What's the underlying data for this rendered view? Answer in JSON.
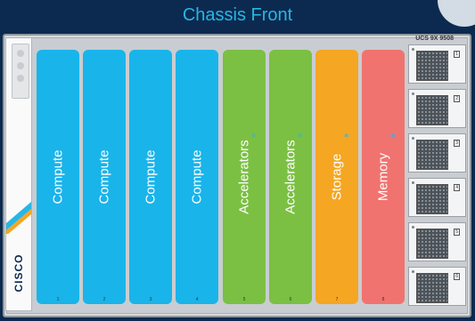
{
  "title": "Chassis Front",
  "model": "UCS 9X 9508",
  "brand": "CISCO",
  "colors": {
    "compute": "#19b4e9",
    "accelerators": "#7bc043",
    "storage": "#f5a623",
    "memory": "#f0736f",
    "title": "#27b6e6"
  },
  "slots": [
    {
      "label": "Compute",
      "num": "1",
      "star": ""
    },
    {
      "label": "Compute",
      "num": "2",
      "star": ""
    },
    {
      "label": "Compute",
      "num": "3",
      "star": ""
    },
    {
      "label": "Compute",
      "num": "4",
      "star": ""
    },
    {
      "label": "Accelerators",
      "num": "5",
      "star": "*"
    },
    {
      "label": "Accelerators",
      "num": "6",
      "star": "*"
    },
    {
      "label": "Storage",
      "num": "7",
      "star": "*"
    },
    {
      "label": "Memory",
      "num": "8",
      "star": "*"
    }
  ],
  "psus": [
    {
      "num": "1"
    },
    {
      "num": "2"
    },
    {
      "num": "3"
    },
    {
      "num": "4"
    },
    {
      "num": "5"
    },
    {
      "num": "6"
    }
  ]
}
